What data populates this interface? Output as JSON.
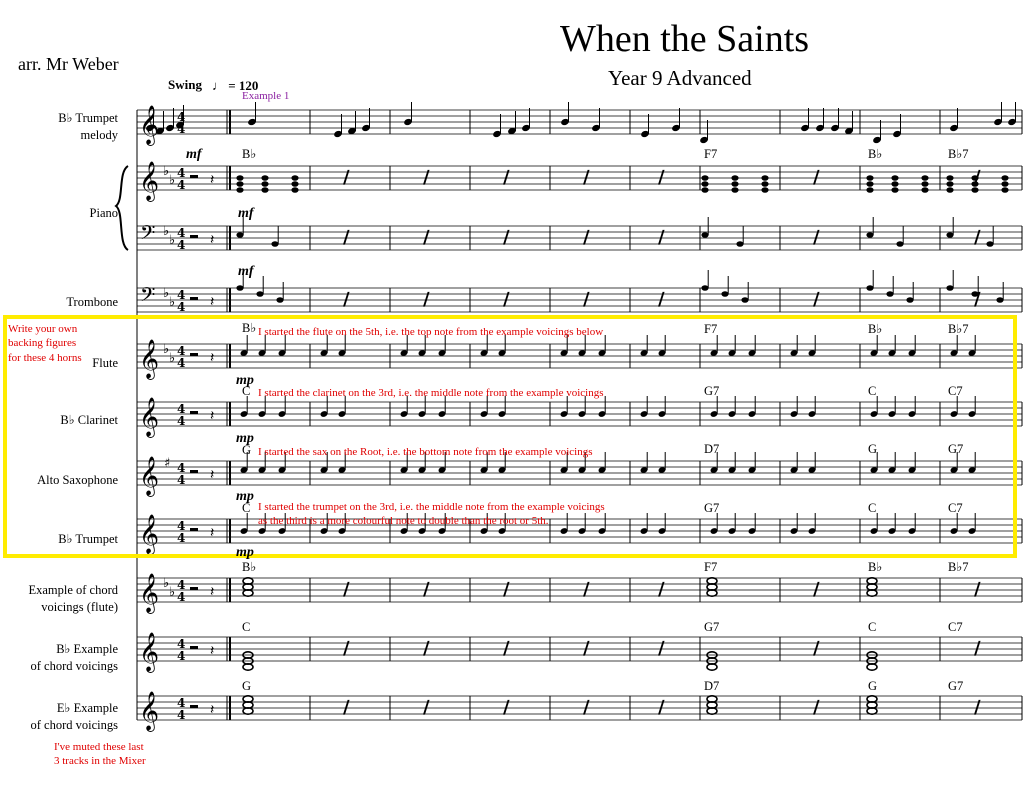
{
  "header": {
    "title": "When the Saints",
    "subtitle": "Year 9 Advanced",
    "arranger": "arr. Mr Weber",
    "tempo_text": "Swing",
    "tempo_mark": "♩ = 120",
    "example_label": "Example 1"
  },
  "instruments": {
    "trumpet_melody": "B♭ Trumpet\nmelody",
    "piano": "Piano",
    "trombone": "Trombone",
    "flute": "Flute",
    "clarinet": "B♭ Clarinet",
    "alto_sax": "Alto Saxophone",
    "trumpet": "B♭ Trumpet",
    "ex_flute": "Example of chord\nvoicings (flute)",
    "ex_bb": "B♭ Example\nof chord voicings",
    "ex_eb": "E♭ Example\nof chord voicings"
  },
  "annotations": {
    "box_note": "Write your own\nbacking figures\nfor these 4 horns",
    "flute_note": "I started the flute on the 5th, i.e. the top note from the example voicings below",
    "clarinet_note": "I started the clarinet on the 3rd, i.e. the middle note from the example voicings",
    "sax_note": "I started the sax on the Root, i.e. the bottom note from the example voicings",
    "trumpet_note": "I started the trumpet on the 3rd, i.e. the middle note from the example voicings\nas the third is a more colourful note to double than the root or 5th.",
    "muted_note": "I've muted these last\n3 tracks in the Mixer"
  },
  "dynamics": {
    "mf": "mf",
    "mp": "mp"
  },
  "chords": {
    "concert": [
      "B♭",
      "F7",
      "B♭",
      "B♭7"
    ],
    "bb_instr": [
      "C",
      "G7",
      "C",
      "C7"
    ],
    "eb_instr": [
      "G",
      "D7",
      "G",
      "G7"
    ]
  },
  "colors": {
    "highlight": "#ffec00",
    "annotation": "#e00000",
    "example_marker": "#8a1fa0"
  }
}
